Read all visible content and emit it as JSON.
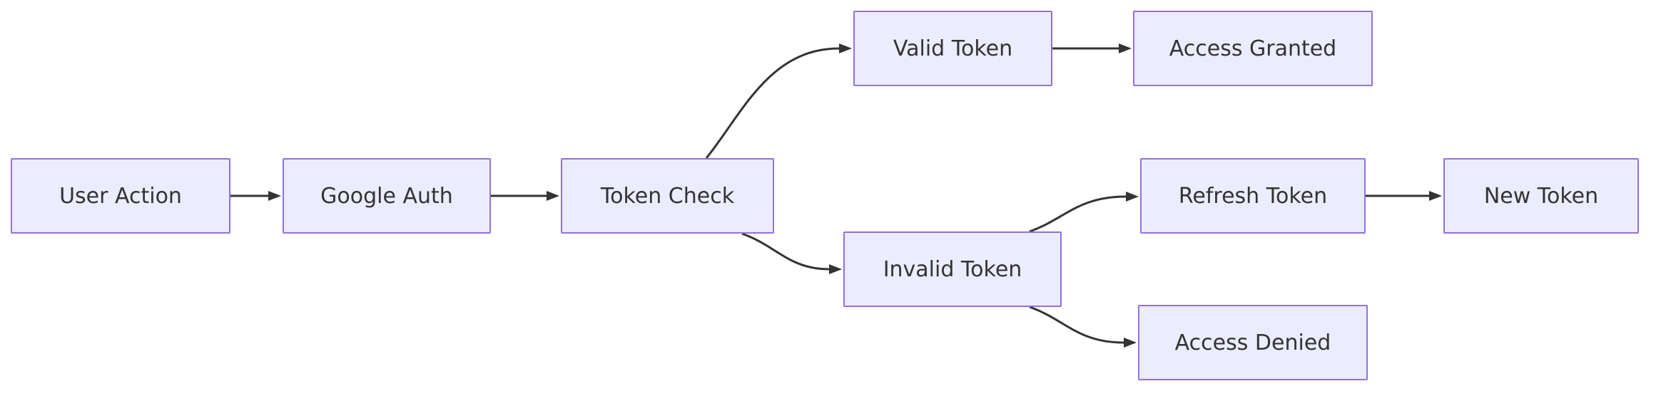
{
  "diagram": {
    "type": "flowchart",
    "direction": "left-to-right",
    "nodes": [
      {
        "id": "user-action",
        "label": "User Action"
      },
      {
        "id": "google-auth",
        "label": "Google Auth"
      },
      {
        "id": "token-check",
        "label": "Token Check"
      },
      {
        "id": "valid-token",
        "label": "Valid Token"
      },
      {
        "id": "access-granted",
        "label": "Access Granted"
      },
      {
        "id": "invalid-token",
        "label": "Invalid Token"
      },
      {
        "id": "refresh-token",
        "label": "Refresh Token"
      },
      {
        "id": "new-token",
        "label": "New Token"
      },
      {
        "id": "access-denied",
        "label": "Access Denied"
      }
    ],
    "edges": [
      {
        "from": "user-action",
        "to": "google-auth"
      },
      {
        "from": "google-auth",
        "to": "token-check"
      },
      {
        "from": "token-check",
        "to": "valid-token"
      },
      {
        "from": "valid-token",
        "to": "access-granted"
      },
      {
        "from": "token-check",
        "to": "invalid-token"
      },
      {
        "from": "invalid-token",
        "to": "refresh-token"
      },
      {
        "from": "refresh-token",
        "to": "new-token"
      },
      {
        "from": "invalid-token",
        "to": "access-denied"
      }
    ],
    "colors": {
      "node_fill": "#ECECFF",
      "node_border": "#9370DB",
      "edge": "#333333",
      "text": "#333333",
      "background": "#FFFFFF"
    }
  }
}
